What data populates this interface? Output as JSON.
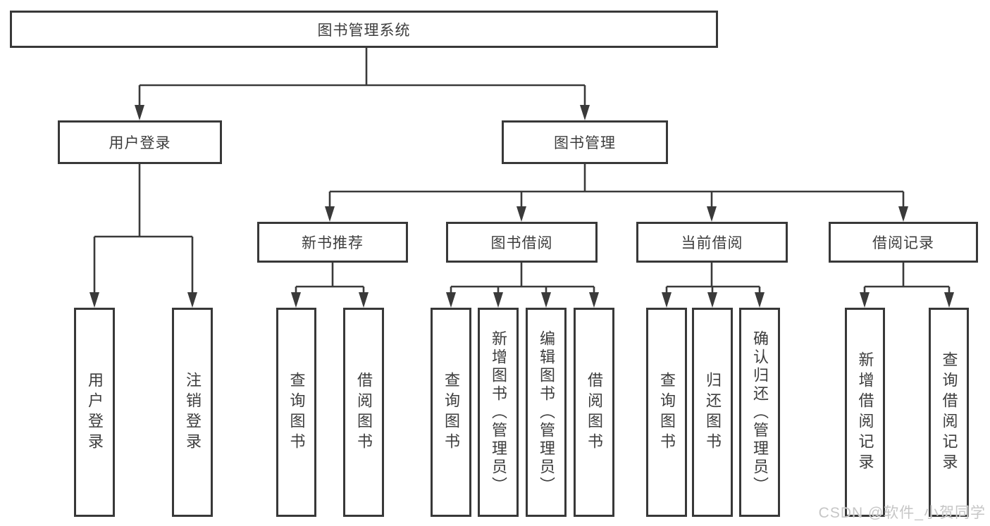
{
  "diagram": {
    "root": {
      "label": "图书管理系统"
    },
    "level2": {
      "user_login": {
        "label": "用户登录"
      },
      "book_management": {
        "label": "图书管理"
      }
    },
    "level3": {
      "new_book_recommend": {
        "label": "新书推荐"
      },
      "book_borrowing": {
        "label": "图书借阅"
      },
      "current_borrowing": {
        "label": "当前借阅"
      },
      "borrowing_records": {
        "label": "借阅记录"
      }
    },
    "level4": {
      "user_login_leaf": {
        "label": "用户登录"
      },
      "logout_leaf": {
        "label": "注销登录"
      },
      "recommend_query_books": {
        "label": "查询图书"
      },
      "recommend_borrow_books": {
        "label": "借阅图书"
      },
      "borrowing_query_books": {
        "label": "查询图书"
      },
      "borrowing_add_books": {
        "label": "新增图书（管理员）"
      },
      "borrowing_edit_books": {
        "label": "编辑图书（管理员）"
      },
      "borrowing_borrow_books": {
        "label": "借阅图书"
      },
      "current_query_books": {
        "label": "查询图书"
      },
      "current_return_books": {
        "label": "归还图书"
      },
      "current_confirm_return": {
        "label": "确认归还（管理员）"
      },
      "records_add_record": {
        "label": "新增借阅记录"
      },
      "records_query_record": {
        "label": "查询借阅记录"
      }
    }
  },
  "watermark": {
    "text": "CSDN @软件_小贺同学"
  },
  "colors": {
    "line": "#3a3a3a",
    "box_border": "#383838",
    "text": "#3d3d3d",
    "watermark": "#c6c6c6",
    "background": "#ffffff"
  }
}
